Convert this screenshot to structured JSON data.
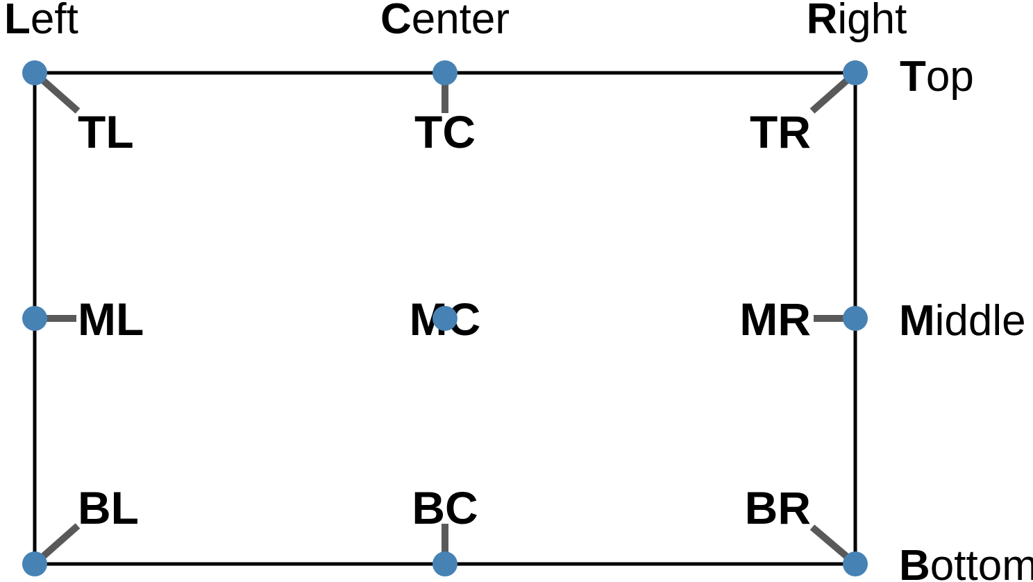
{
  "diagram": {
    "description": "Anchor position reference diagram: a rectangle with nine anchor points and their alignment labels",
    "colors": {
      "dot": "#4682B4",
      "connector": "#595959",
      "border": "#000000",
      "text": "#000000",
      "background": "#ffffff"
    },
    "outer_labels": {
      "left": {
        "bold": "L",
        "rest": "eft"
      },
      "center": {
        "bold": "C",
        "rest": "enter"
      },
      "right": {
        "bold": "R",
        "rest": "ight"
      },
      "top": {
        "bold": "T",
        "rest": "op"
      },
      "middle": {
        "bold": "M",
        "rest": "iddle"
      },
      "bottom": {
        "bold": "B",
        "rest": "ottom"
      }
    },
    "anchors": {
      "tl": "TL",
      "tc": "TC",
      "tr": "TR",
      "ml": "ML",
      "mc": "MC",
      "mr": "MR",
      "bl": "BL",
      "bc": "BC",
      "br": "BR"
    }
  }
}
